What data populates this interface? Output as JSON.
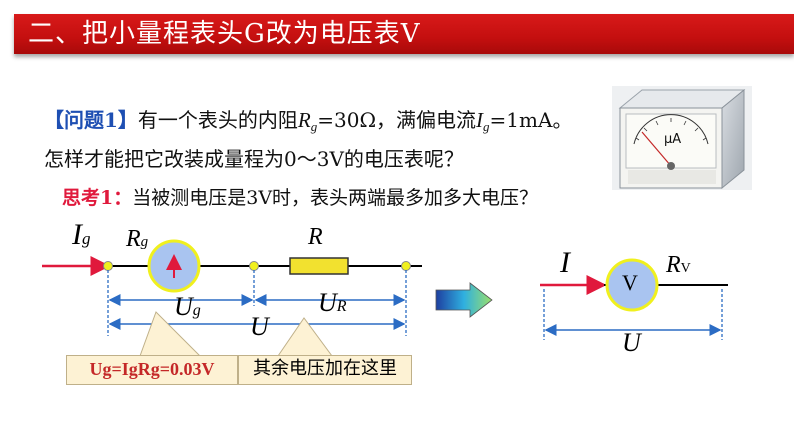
{
  "banner": {
    "title": "二、把小量程表头G改为电压表V"
  },
  "question": {
    "label": "【问题1】",
    "line1_a": "有一个表头的内阻",
    "r_sym": "R",
    "r_sub": "g",
    "line1_b": "=30Ω，满偏电流",
    "i_sym": "I",
    "i_sub": "g",
    "line1_c": "=1mA。",
    "line2": "怎样才能把它改装成量程为0～3V的电压表呢？"
  },
  "think": {
    "label": "思考1：",
    "text": "当被测电压是3V时，表头两端最多加多大电压？"
  },
  "photo": {
    "meter_unit": "μA"
  },
  "circuit_left": {
    "current_sym": "I",
    "current_sub": "g",
    "rg_sym": "R",
    "rg_sub": "g",
    "r_label": "R",
    "ug_sym": "U",
    "ug_sub": "g",
    "ur_sym": "U",
    "ur_sub": "R",
    "u_label": "U"
  },
  "circuit_right": {
    "current_label": "I",
    "voltmeter_symbol": "V",
    "rv_sym": "R",
    "rv_sub": "V",
    "u_label": "U"
  },
  "notes": {
    "formula": "Ug=IgRg=0.03V",
    "remaining": "其余电压加在这里"
  },
  "colors": {
    "banner": "#c40f0f",
    "wire_red": "#e0193c",
    "dim_blue": "#2b6cc4",
    "meter_fill": "#a9c4f0",
    "node_yellow": "#f0f01e"
  }
}
